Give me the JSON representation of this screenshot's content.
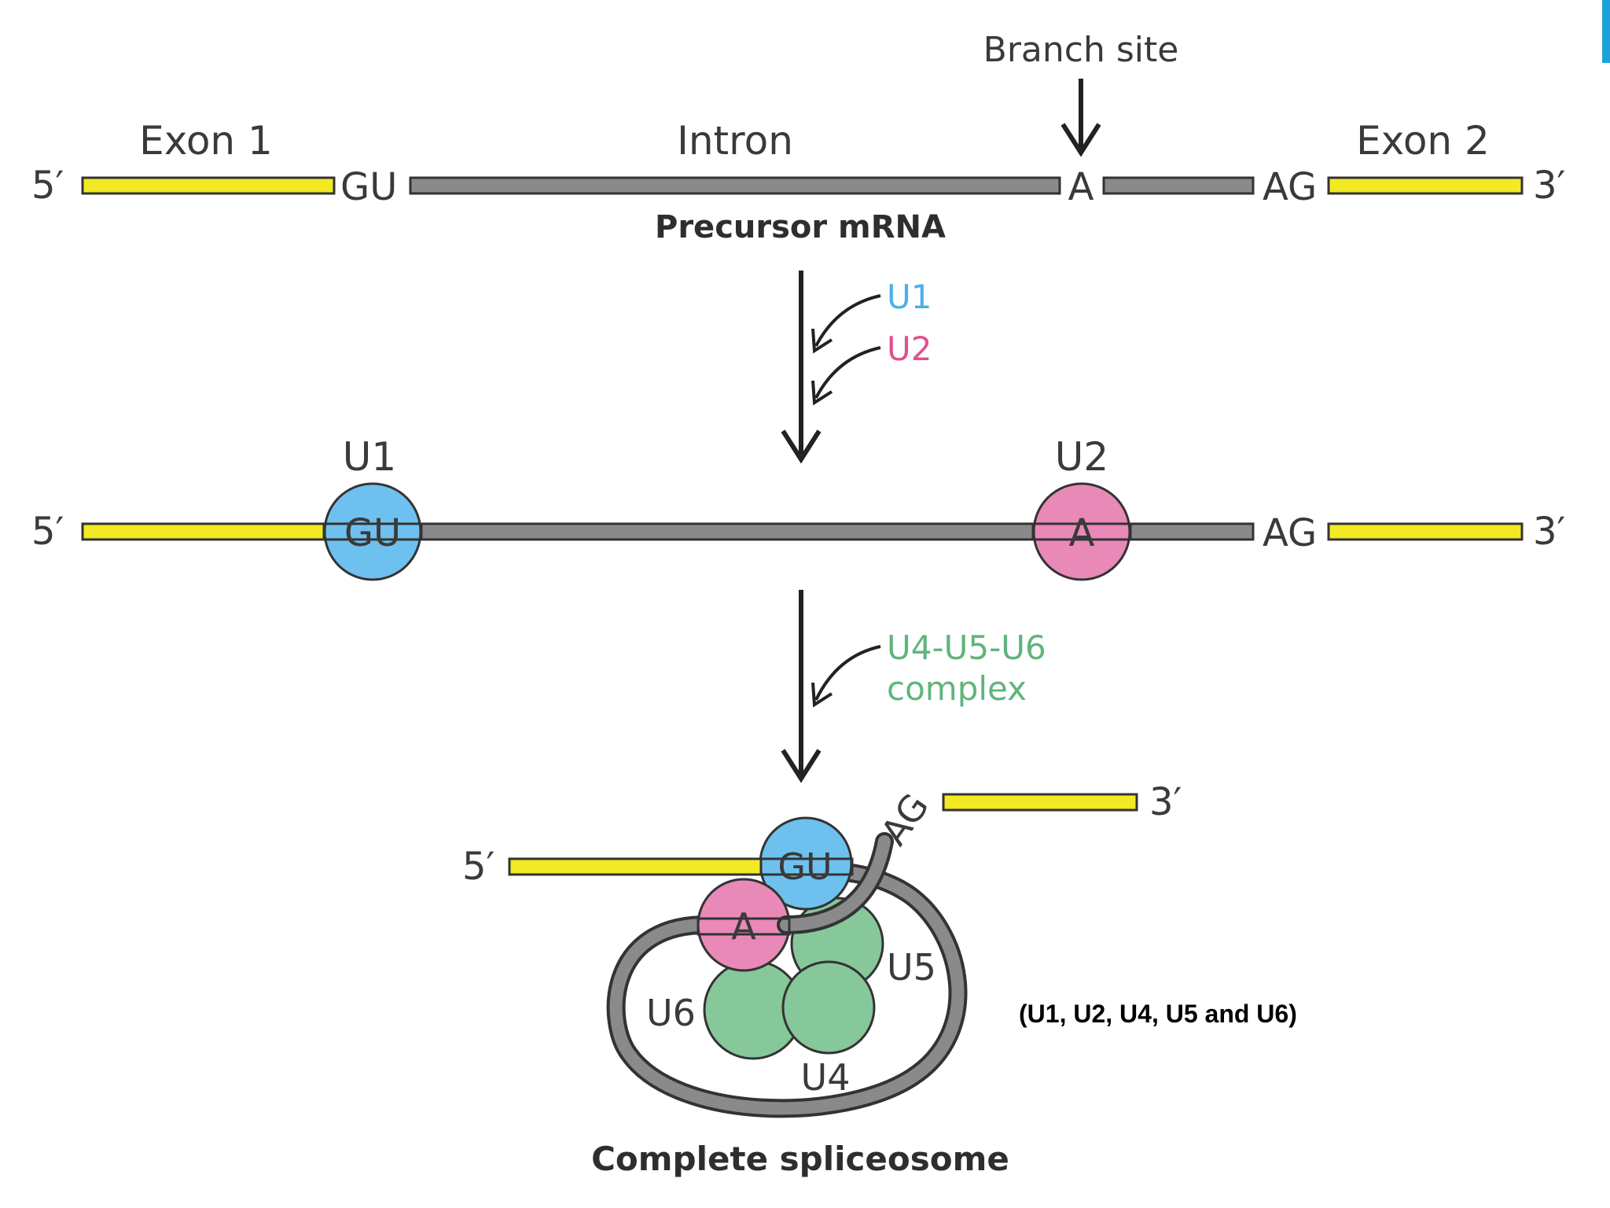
{
  "colors": {
    "exon": "#f2ea22",
    "intron": "#8a8a8a",
    "u1": "#6ec1ee",
    "u2": "#e989b8",
    "u456": "#86c89a",
    "u1_label": "#49b1e6",
    "u2_label": "#e0508f",
    "u456_label": "#5fb57c",
    "corner_accent": "#1aa3d9"
  },
  "row1": {
    "branch_site_label": "Branch site",
    "exon1_label": "Exon 1",
    "intron_label": "Intron",
    "exon2_label": "Exon 2",
    "five_prime": "5′",
    "three_prime": "3′",
    "gu": "GU",
    "a": "A",
    "ag": "AG",
    "caption": "Precursor mRNA"
  },
  "step1": {
    "u1": "U1",
    "u2": "U2"
  },
  "row2": {
    "u1_label": "U1",
    "u2_label": "U2",
    "five_prime": "5′",
    "three_prime": "3′",
    "gu": "GU",
    "a": "A",
    "ag": "AG"
  },
  "step2": {
    "line1": "U4-U5-U6",
    "line2": "complex"
  },
  "row3": {
    "five_prime": "5′",
    "three_prime": "3′",
    "gu": "GU",
    "a": "A",
    "ag": "AG",
    "u4": "U4",
    "u5": "U5",
    "u6": "U6",
    "caption": "Complete spliceosome"
  },
  "note": "(U1, U2, U4, U5 and U6)"
}
